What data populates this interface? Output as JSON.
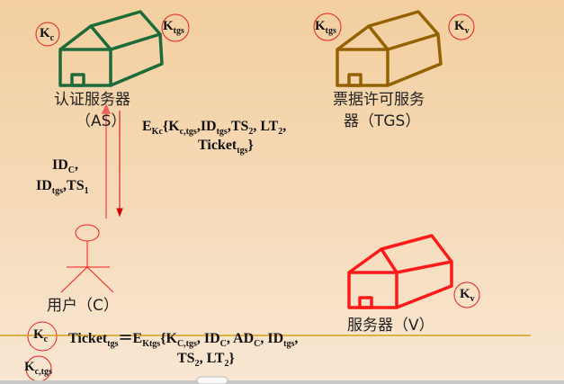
{
  "colors": {
    "as": "#1e6b3a",
    "tgs": "#946200",
    "v": "#ff1a1a",
    "key_circle": "#e62020",
    "divider": "#d4a017"
  },
  "as": {
    "label": "认证服务器",
    "sub": "（AS）"
  },
  "tgs": {
    "label1": "票据许可服务",
    "label2": "器（TGS）"
  },
  "user": {
    "label": "用户（C）"
  },
  "v": {
    "label": "服务器（V）"
  },
  "keys": {
    "kc": "K",
    "kc_sub": "c",
    "ktgs": "K",
    "ktgs_sub": "tgs",
    "kv": "K",
    "kv_sub": "v",
    "kctgs": "K",
    "kctgs_sub": "c,tgs"
  },
  "msg1": {
    "l1a": "ID",
    "l1a_sub": "C",
    "l1b": ",",
    "l2a": "ID",
    "l2a_sub": "tgs",
    "l2b": ",TS",
    "l2b_sub": "1"
  },
  "msg2": {
    "e": "E",
    "e_sub": "Kc",
    "p1": "{K",
    "p1_sub": "c,tgs",
    "p2": ",ID",
    "p2_sub": "tgs",
    "p3": ",TS",
    "p3_sub": "2",
    "p4": ", LT",
    "p4_sub": "2",
    "p5": ",",
    "l2": "Ticket",
    "l2_sub": "tgs",
    "l2_end": "}"
  },
  "ticket": {
    "a": "Ticket",
    "a_sub": "tgs",
    "b": "＝E",
    "b_sub": "Ktgs",
    "c": "{K",
    "c_sub": "C,tgs",
    "d": ", ID",
    "d_sub": "C",
    "e": ", AD",
    "e_sub": "C",
    "f": ", ID",
    "f_sub": "tgs",
    "g": ",",
    "l2a": "TS",
    "l2a_sub": "2",
    "l2b": ", LT",
    "l2b_sub": "2",
    "l2c": "}"
  }
}
